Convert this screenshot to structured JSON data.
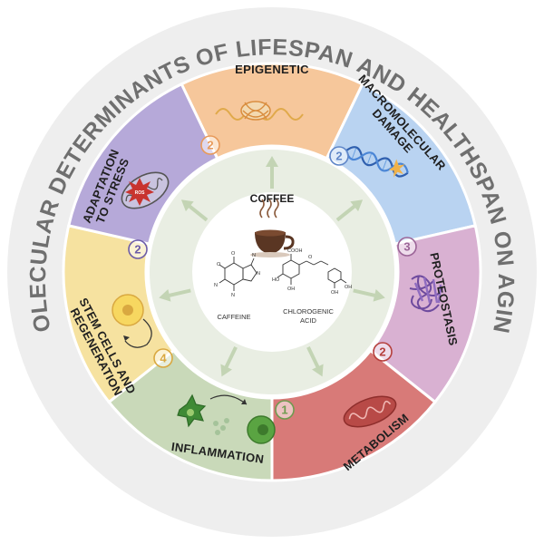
{
  "title": "MOLECULAR DETERMINANTS OF LIFESPAN AND HEALTHSPAN ON AGING",
  "center": {
    "title": "COFFEE",
    "molecules": [
      {
        "name": "CAFFEINE"
      },
      {
        "name_line1": "CHLOROGENIC",
        "name_line2": "ACID"
      }
    ]
  },
  "segments": [
    {
      "id": "epigenetic",
      "label_lines": [
        "EPIGENETIC"
      ],
      "badge": "2",
      "color": "#f6c79b",
      "accent": "#e89a5a"
    },
    {
      "id": "macromolecular-damage",
      "label_lines": [
        "MACROMOLECULAR",
        "DAMAGE"
      ],
      "badge": "2",
      "color": "#b9d3f1",
      "accent": "#5f86c8"
    },
    {
      "id": "proteostasis",
      "label_lines": [
        "PROTEOSTASIS"
      ],
      "badge": "3",
      "color": "#d9b1d2",
      "accent": "#9b6497"
    },
    {
      "id": "metabolism",
      "label_lines": [
        "METABOLISM"
      ],
      "badge": "2",
      "color": "#d87a78",
      "accent": "#b53f3c"
    },
    {
      "id": "inflammation",
      "label_lines": [
        "INFLAMMATION"
      ],
      "badge": "1",
      "color": "#c9d9b9",
      "accent": "#6f9b4f"
    },
    {
      "id": "stem-cells",
      "label_lines": [
        "STEM CELLS AND",
        "REGENERATION"
      ],
      "badge": "4",
      "color": "#f6e2a0",
      "accent": "#d9a840"
    },
    {
      "id": "adaptation-stress",
      "label_lines": [
        "ADAPTATION",
        "TO STRESS"
      ],
      "badge": "2",
      "color": "#b6a9d9",
      "accent": "#6c5ca8"
    }
  ],
  "icons": {
    "epigenetic": "chromatin-icon",
    "macromolecular-damage": "dna-icon",
    "proteostasis": "protein-icon",
    "metabolism": "mitochondrion-icon",
    "inflammation": "immune-cell-icon",
    "stem-cells": "stem-cell-icon",
    "adaptation-stress": "ros-mitochondrion-icon"
  },
  "colors": {
    "outer_ring": "#eeeeee",
    "inner_disc": "#e9eee3",
    "center_disc": "#ffffff",
    "arrow": "#c3d4b4"
  }
}
